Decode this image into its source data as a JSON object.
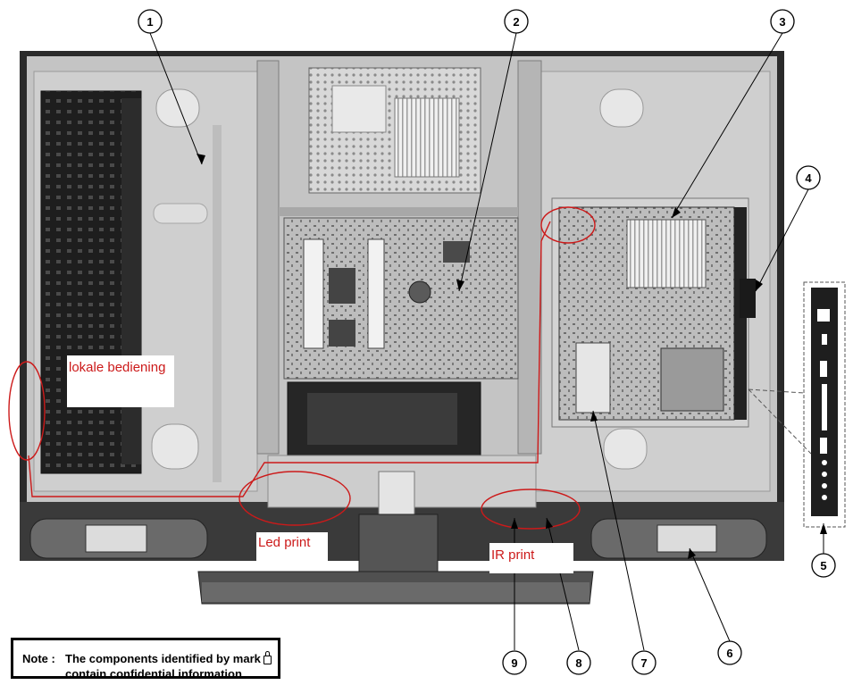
{
  "callouts": [
    {
      "id": "callout-1",
      "label": "1"
    },
    {
      "id": "callout-2",
      "label": "2"
    },
    {
      "id": "callout-3",
      "label": "3"
    },
    {
      "id": "callout-4",
      "label": "4"
    },
    {
      "id": "callout-5",
      "label": "5"
    },
    {
      "id": "callout-6",
      "label": "6"
    },
    {
      "id": "callout-7",
      "label": "7"
    },
    {
      "id": "callout-8",
      "label": "8"
    },
    {
      "id": "callout-9",
      "label": "9"
    }
  ],
  "annotations": {
    "local_controls": "lokale bediening",
    "led_print": "Led print",
    "ir_print": "IR print"
  },
  "note": {
    "title": "Note :",
    "line1": "The components identified by mark",
    "line2": "contain confidential information."
  },
  "colors": {
    "annotation_red": "#cc1a1a",
    "panel_dark": "#2a2a2a",
    "board_gray": "#9a9a9a"
  }
}
